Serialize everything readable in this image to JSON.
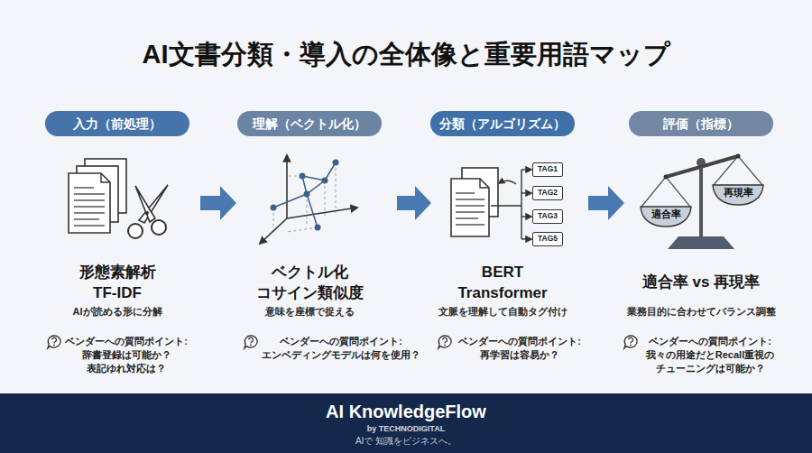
{
  "diagram": {
    "title": "AI文書分類・導入の全体像と重要用語マップ",
    "nodes": [
      {
        "text": [
          "入力（前処理）",
          "形態素解析 TF-IDF",
          "AIが読める形に分解",
          "ベンダーへの質問ポイント:",
          "辞書登録は可能か？ 表記ゆれ対応は？"
        ]
      },
      {
        "text": [
          "理解（ベクトル化）",
          "ベクトル化 コサイン類似度",
          "意味を座標で捉える",
          "ベンダーへの質問ポイント:",
          "エンベディングモデルは何を使用？"
        ]
      },
      {
        "text": [
          "分類（アルゴリズム）",
          "BERT Transformer",
          "文脈を理解して自動タグ付け",
          "ベンダーへの質問ポイント:",
          "再学習は容易か？"
        ]
      },
      {
        "text": [
          "TAG1"
        ],
        "in": 2
      },
      {
        "text": [
          "TAG2"
        ],
        "in": 2
      },
      {
        "text": [
          "TAG3"
        ],
        "in": 2
      },
      {
        "text": [
          "TAG5"
        ],
        "in": 2
      },
      {
        "text": [
          "評価（指標）",
          "適合率 vs 再現率",
          "業務目的に合わせてバランス調整",
          "ベンダーへの質問ポイント:",
          "我々の用途だとRecall重視のチューニングは可能か？"
        ]
      },
      {
        "text": [
          "適合率"
        ],
        "in": 7
      },
      {
        "text": [
          "再現率"
        ],
        "in": 7
      },
      {
        "text": [
          "AI KnowledgeFlow",
          "by TECHNODIGITAL",
          "AIで 知識をビジネスへ。"
        ]
      }
    ],
    "edges": [
      {
        "from": 0,
        "to": 1,
        "arrow": "to"
      },
      {
        "from": 1,
        "to": 2,
        "arrow": "to"
      },
      {
        "from": 2,
        "to": 7,
        "arrow": "to"
      }
    ]
  }
}
